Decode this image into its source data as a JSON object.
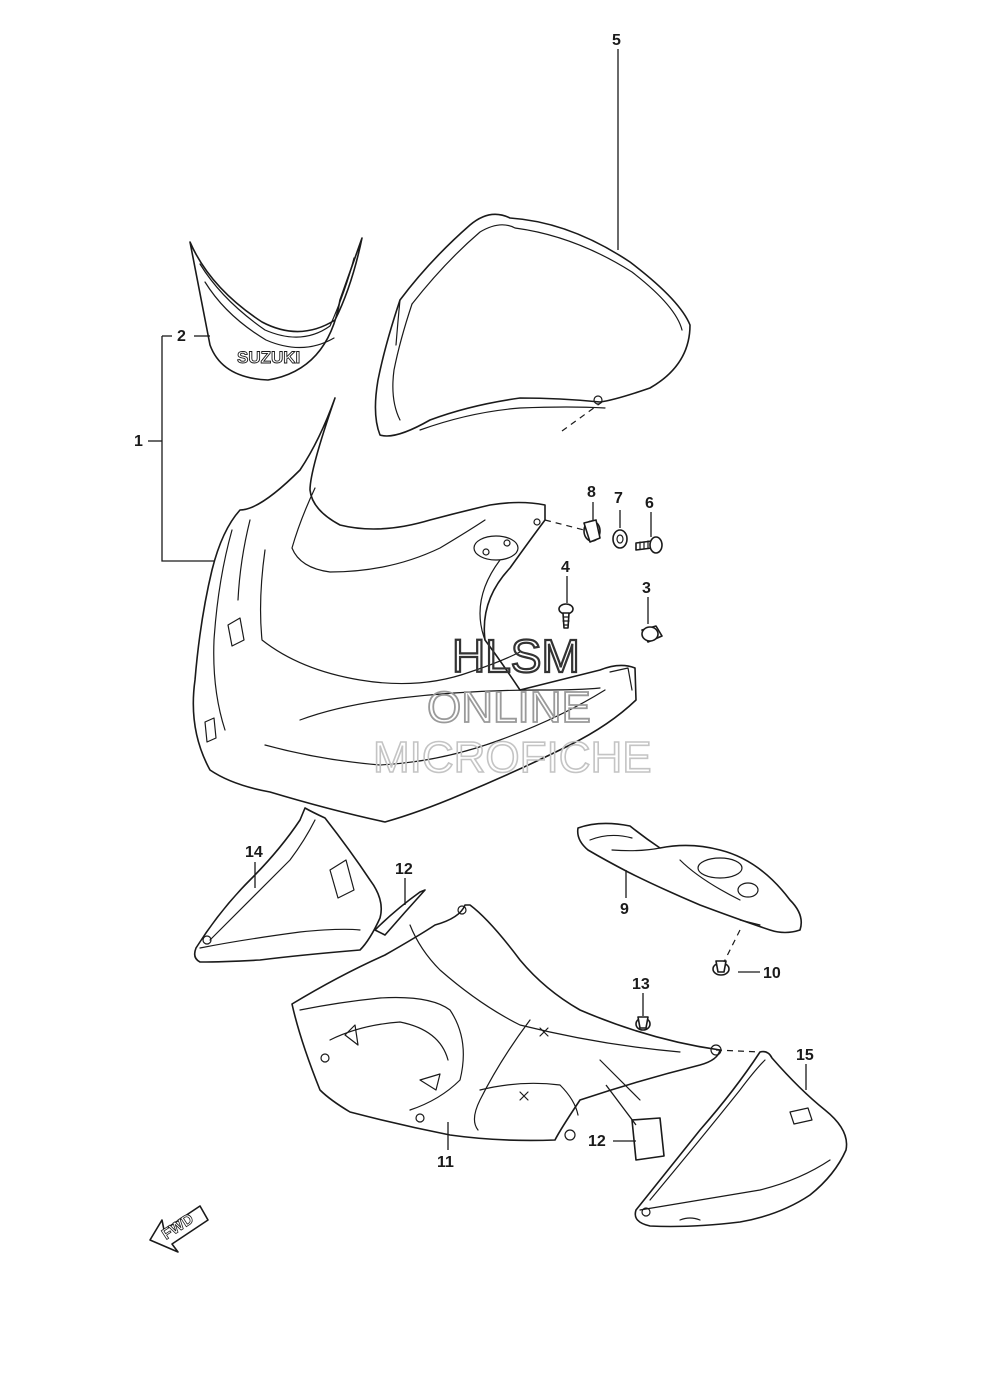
{
  "callouts": {
    "c1": "1",
    "c2": "2",
    "c3": "3",
    "c4": "4",
    "c5": "5",
    "c6": "6",
    "c7": "7",
    "c8": "8",
    "c9": "9",
    "c10": "10",
    "c11": "11",
    "c12a": "12",
    "c12b": "12",
    "c13": "13",
    "c14": "14",
    "c15": "15"
  },
  "decal_text": "SUZUKI",
  "arrow_text": "FWD",
  "watermark": {
    "line1": "HLSM",
    "line2": "ONLINE",
    "line3": "MICROFICHE"
  }
}
